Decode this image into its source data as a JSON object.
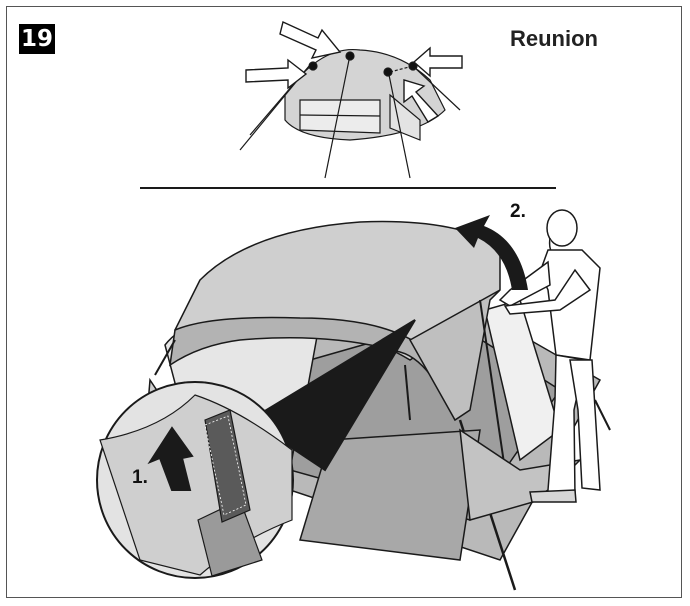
{
  "step_number": "19",
  "heading": "Reunion",
  "callouts": {
    "first": "1.",
    "second": "2."
  },
  "colors": {
    "ink": "#1a1a1a",
    "fabric": "#cfcfcf",
    "fabric_dark": "#a9a9a9",
    "mesh": "#e6e6e6",
    "badge_bg": "#000000"
  },
  "icons": [
    "arrow-icon",
    "curved-arrow-icon",
    "zoom-loupe-icon"
  ]
}
